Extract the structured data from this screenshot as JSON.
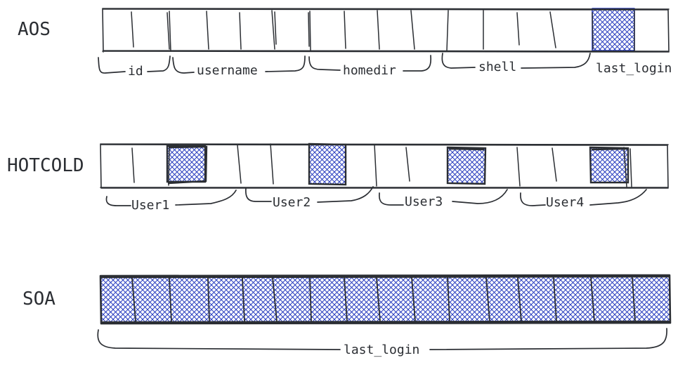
{
  "colors": {
    "ink": "#2b2e33",
    "hot": "#2b3fc0",
    "background": "#ffffff"
  },
  "rows": [
    {
      "label": "AOS",
      "groups": [
        {
          "label": "id"
        },
        {
          "label": "username"
        },
        {
          "label": "homedir"
        },
        {
          "label": "shell"
        },
        {
          "label": "last_login"
        }
      ]
    },
    {
      "label": "HOTCOLD",
      "groups": [
        {
          "label": "User1"
        },
        {
          "label": "User2"
        },
        {
          "label": "User3"
        },
        {
          "label": "User4"
        }
      ]
    },
    {
      "label": "SOA",
      "groups": [
        {
          "label": "last_login"
        }
      ]
    }
  ]
}
